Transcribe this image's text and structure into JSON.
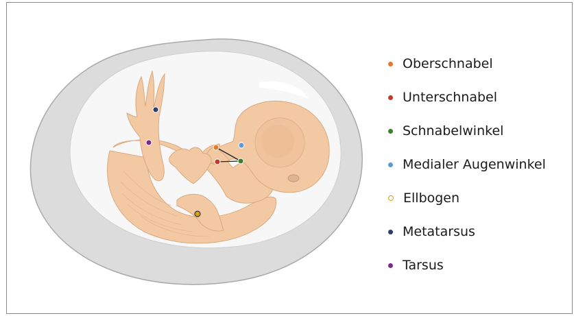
{
  "legend": [
    {
      "label": "Oberschnabel",
      "color": "#e07a30"
    },
    {
      "label": "Unterschnabel",
      "color": "#c0392b"
    },
    {
      "label": "Schnabelwinkel",
      "color": "#3e7d32"
    },
    {
      "label": "Medialer Augenwinkel",
      "color": "#5a9bd5"
    },
    {
      "label": "Ellbogen",
      "color": "#d4a017"
    },
    {
      "label": "Metatarsus",
      "color": "#2c3e6b"
    },
    {
      "label": "Tarsus",
      "color": "#7b2a8c"
    }
  ],
  "colors": {
    "shell_outer": "#dcdcdc",
    "shell_inner": "#f6f6f6",
    "embryo_skin": "#f2c9a3",
    "embryo_shade": "#e5b289"
  }
}
